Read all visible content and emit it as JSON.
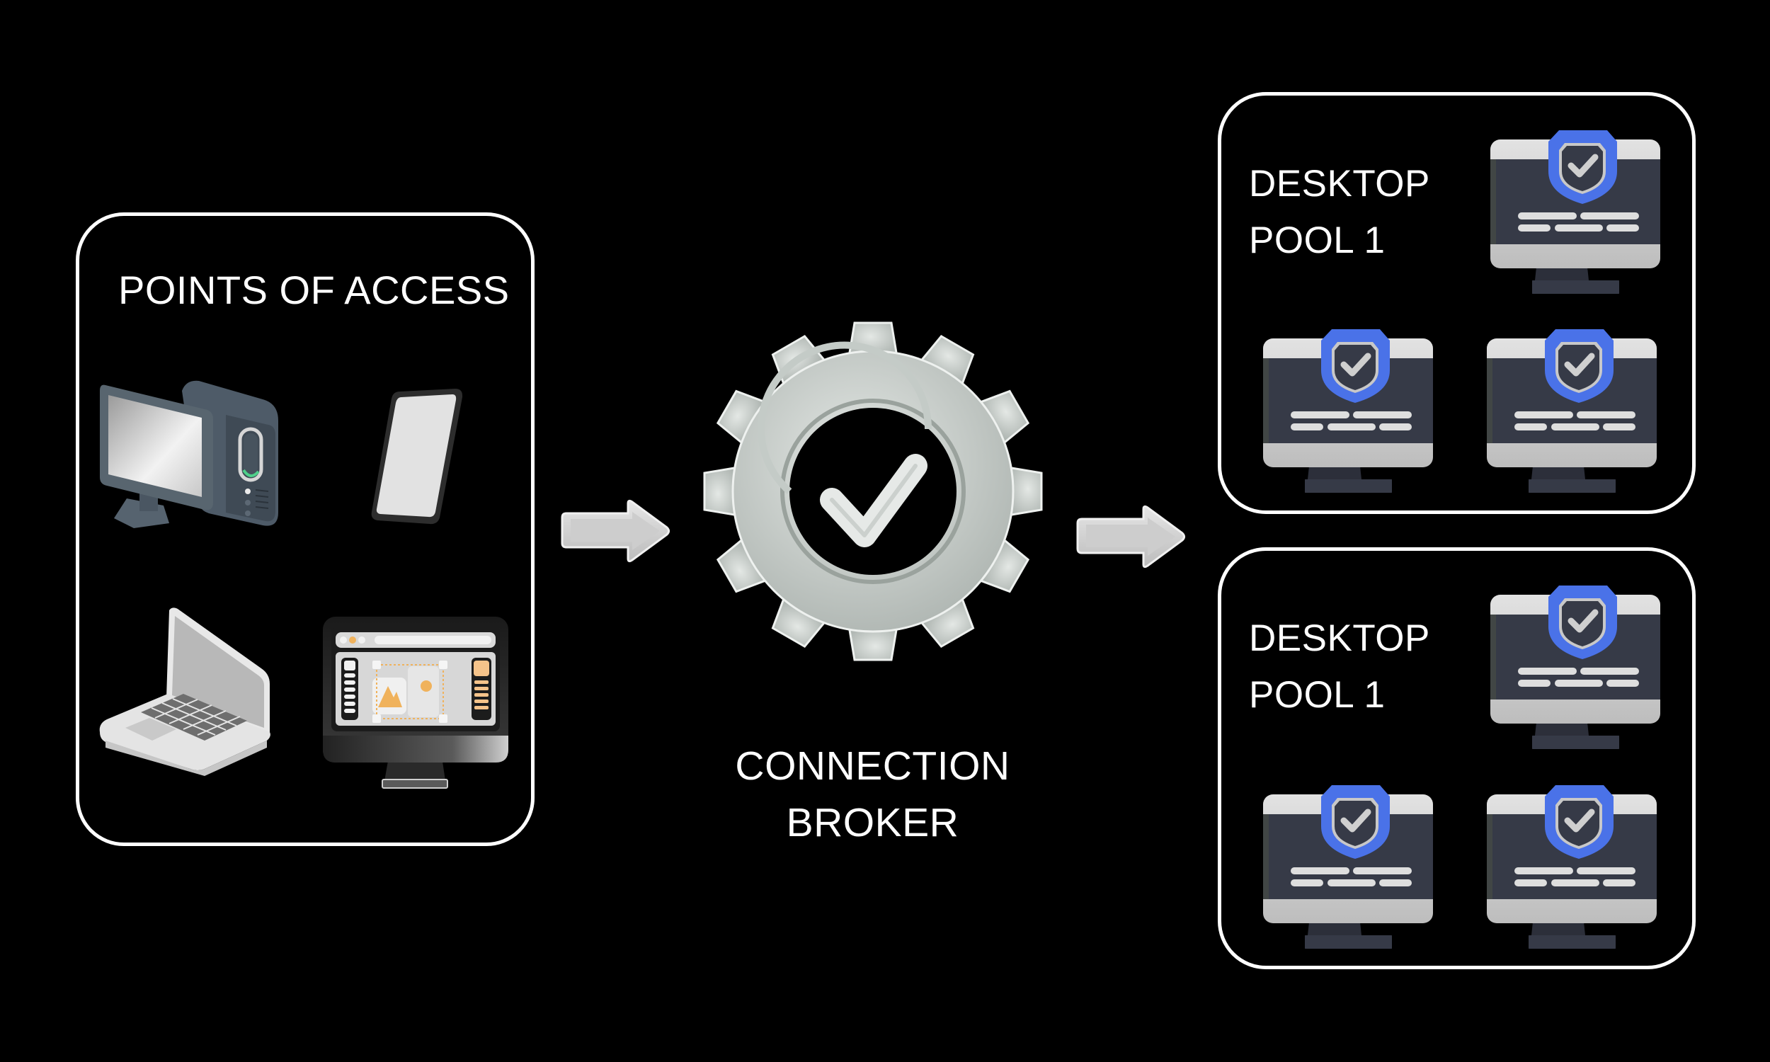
{
  "diagram": {
    "background": "#000000",
    "stroke_color": "#ffffff",
    "access_panel": {
      "title": "POINTS OF ACCESS",
      "devices": [
        {
          "name": "desktop-computer",
          "icon": "desktop-tower-icon"
        },
        {
          "name": "smartphone",
          "icon": "smartphone-icon"
        },
        {
          "name": "laptop",
          "icon": "laptop-icon"
        },
        {
          "name": "all-in-one-monitor",
          "icon": "imac-design-app-icon"
        }
      ]
    },
    "flow_arrows": [
      {
        "from": "POINTS OF ACCESS",
        "to": "CONNECTION BROKER",
        "icon": "arrow-right-icon"
      },
      {
        "from": "CONNECTION BROKER",
        "to": "DESKTOP POOLS",
        "icon": "arrow-right-icon"
      }
    ],
    "broker": {
      "icon": "gear-check-icon",
      "label_line1": "CONNECTION",
      "label_line2": "BROKER",
      "gear_color": "#c9cfcb"
    },
    "pools": [
      {
        "label_line1": "DESKTOP",
        "label_line2": "POOL 1",
        "desktops": 3,
        "icon": "secure-monitor-icon"
      },
      {
        "label_line1": "DESKTOP",
        "label_line2": "POOL 1",
        "desktops": 3,
        "icon": "secure-monitor-icon"
      }
    ],
    "colors": {
      "shield_blue": "#4a72e8",
      "monitor_screen": "#363a47",
      "monitor_bezel": "#d3d3d3",
      "arrow_gray": "#d4d4d4"
    }
  }
}
